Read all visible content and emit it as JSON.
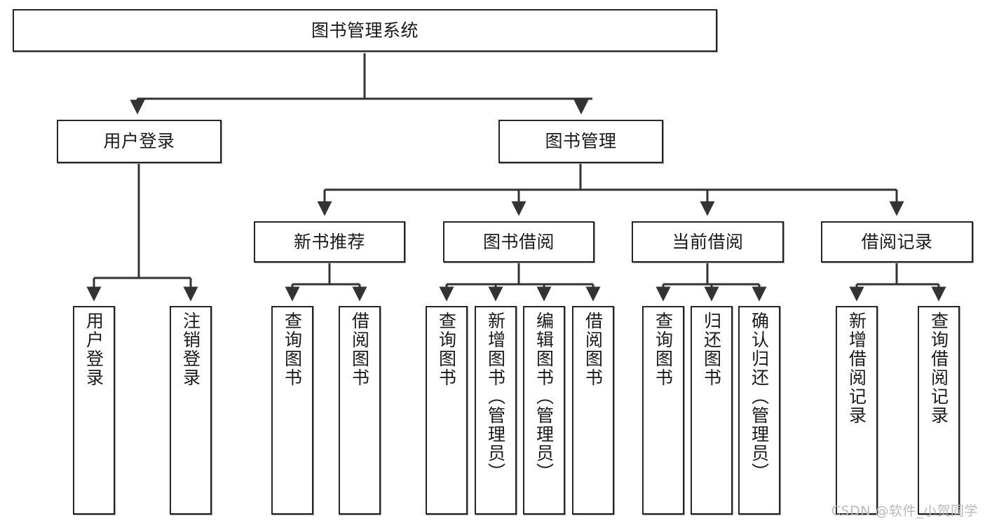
{
  "diagram": {
    "type": "tree-hierarchy",
    "title": "图书管理系统",
    "orientation": "top-down",
    "colors": {
      "node_border": "#262626",
      "node_fill": "#ffffff",
      "edge": "#333333",
      "text": "#1a1a1a",
      "watermark": "#b9b9b9",
      "background": "#ffffff"
    },
    "nodes": {
      "root": {
        "label": "图书管理系统"
      },
      "level2": [
        {
          "id": "user-login",
          "label": "用户登录"
        },
        {
          "id": "book-management",
          "label": "图书管理"
        }
      ],
      "level3": [
        {
          "id": "new-book-recommend",
          "label": "新书推荐"
        },
        {
          "id": "book-borrow",
          "label": "图书借阅"
        },
        {
          "id": "current-borrow",
          "label": "当前借阅"
        },
        {
          "id": "borrow-record",
          "label": "借阅记录"
        }
      ],
      "leaves": {
        "user-login": [
          {
            "id": "leaf-user-login",
            "label": "用户登录"
          },
          {
            "id": "leaf-logout-login",
            "label": "注销登录"
          }
        ],
        "new-book-recommend": [
          {
            "id": "leaf-query-book-1",
            "label": "查询图书"
          },
          {
            "id": "leaf-borrow-book-1",
            "label": "借阅图书"
          }
        ],
        "book-borrow": [
          {
            "id": "leaf-query-book-2",
            "label": "查询图书"
          },
          {
            "id": "leaf-add-book",
            "label": "新增图书（管理员）"
          },
          {
            "id": "leaf-edit-book",
            "label": "编辑图书（管理员）"
          },
          {
            "id": "leaf-borrow-book-2",
            "label": "借阅图书"
          }
        ],
        "current-borrow": [
          {
            "id": "leaf-query-book-3",
            "label": "查询图书"
          },
          {
            "id": "leaf-return-book",
            "label": "归还图书"
          },
          {
            "id": "leaf-confirm-return",
            "label": "确认归还（管理员）"
          }
        ],
        "borrow-record": [
          {
            "id": "leaf-add-record",
            "label": "新增借阅记录"
          },
          {
            "id": "leaf-query-record",
            "label": "查询借阅记录"
          }
        ]
      }
    },
    "watermark": "CSDN @软件_小贺同学"
  }
}
